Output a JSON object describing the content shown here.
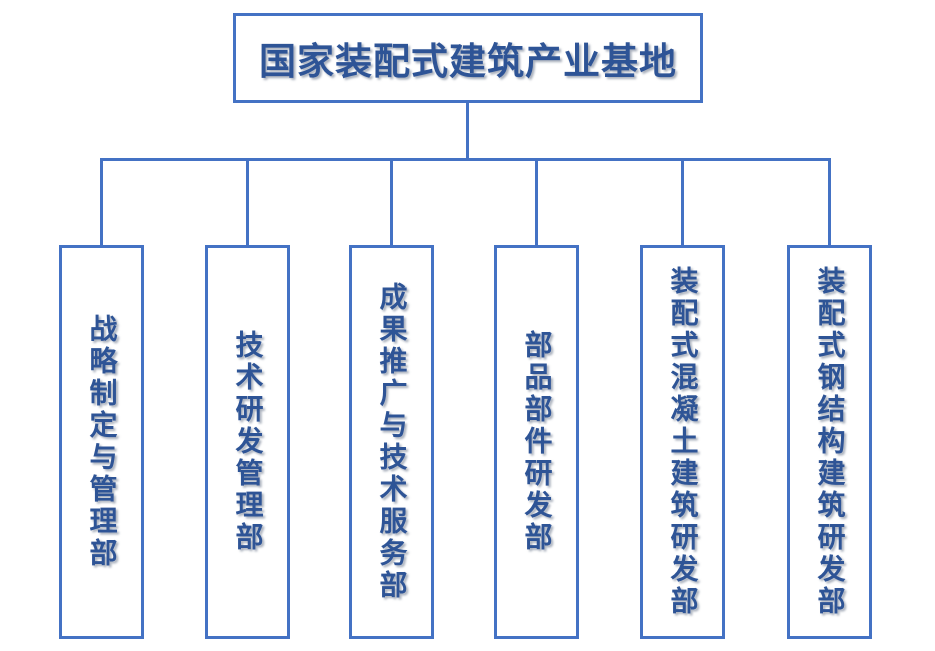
{
  "diagram": {
    "title": "国家装配式建筑产业基地",
    "root": {
      "label": "国家装配式建筑产业基地"
    },
    "departments": [
      {
        "label": "战略制定与管理部"
      },
      {
        "label": "技术研发管理部"
      },
      {
        "label": "成果推广与技术服务部"
      },
      {
        "label": "部品部件研发部"
      },
      {
        "label": "装配式混凝土建筑研发部"
      },
      {
        "label": "装配式钢结构建筑研发部"
      }
    ],
    "colors": {
      "border": "#4472C4",
      "text": "#2E5496",
      "background": "#FFFFFF"
    }
  }
}
